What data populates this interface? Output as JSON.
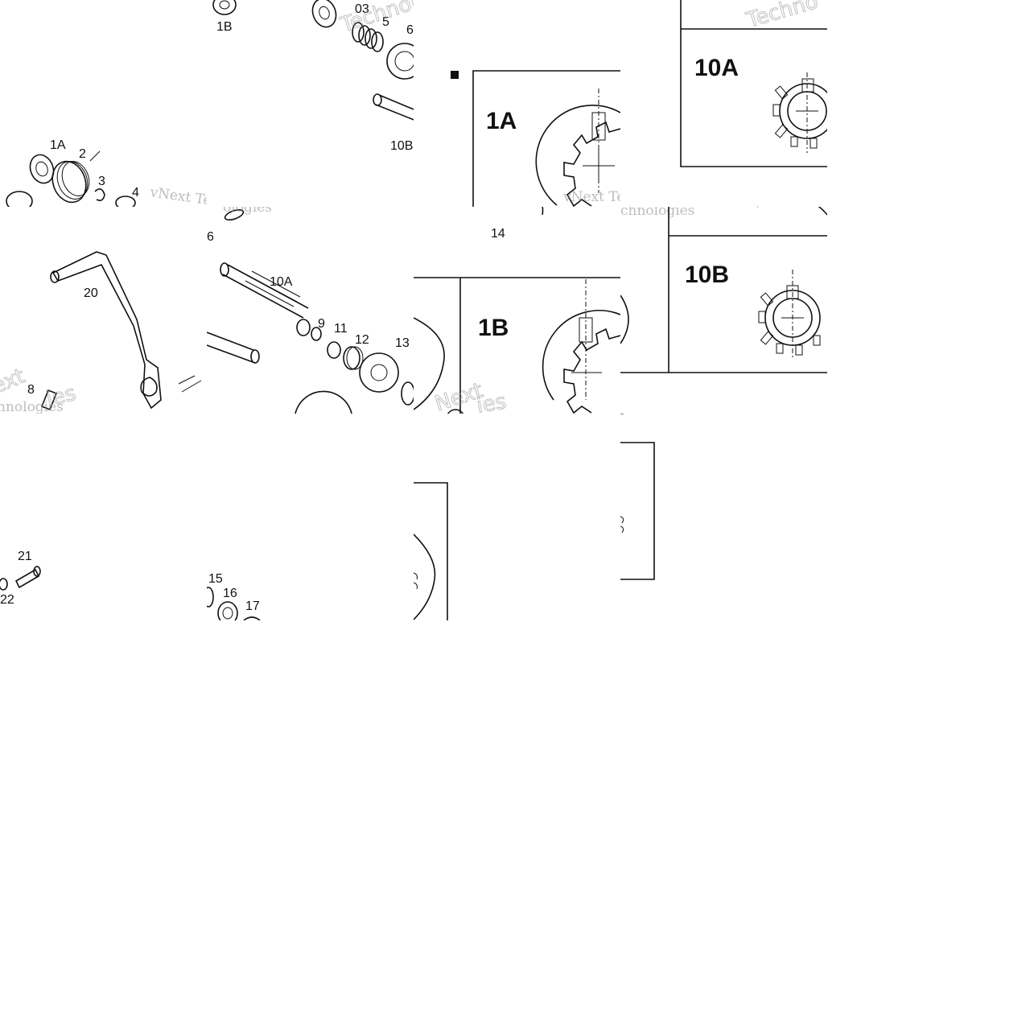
{
  "labels": {
    "p1a": "1A",
    "p1b": "1B",
    "p2": "2",
    "p3": "3",
    "p4": "4",
    "p5": "5",
    "p6": "6",
    "p8": "8",
    "p9": "9",
    "p10a": "10A",
    "p10b": "10B",
    "p11": "11",
    "p12": "12",
    "p13": "13",
    "p14": "14",
    "p15": "15",
    "p16": "16",
    "p17": "17",
    "p20": "20",
    "p21": "21",
    "p22": "22",
    "p03": "03"
  },
  "details": {
    "d1a": "1A",
    "d1b": "1B",
    "d10a": "10A",
    "d10b": "10B"
  },
  "watermark": {
    "company": "vNext Technologies",
    "word_next": "vNext",
    "word_tech": "Technologies",
    "word_next_short": "Next",
    "word_ext": "ext",
    "word_ies": "ies",
    "word_ologies": "ologies",
    "word_hnologies": "hnologies",
    "word_chnologies": "chnologies",
    "word_techno": "Techno"
  }
}
